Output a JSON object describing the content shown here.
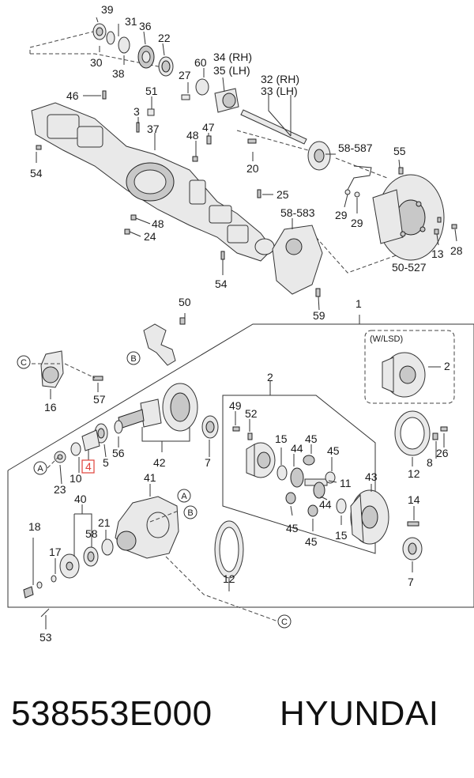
{
  "caption": {
    "part_number": "538553E000",
    "brand": "HYUNDAI"
  },
  "variant_label": "(W/LSD)",
  "ref_letters": {
    "a": "A",
    "b": "B",
    "c": "C"
  },
  "callouts": {
    "n1": "1",
    "n2": "2",
    "n2b": "2",
    "n3": "3",
    "n4": "4",
    "n5": "5",
    "n7": "7",
    "n7b": "7",
    "n8": "8",
    "n10": "10",
    "n11": "11",
    "n12": "12",
    "n12b": "12",
    "n13": "13",
    "n14": "14",
    "n15": "15",
    "n15b": "15",
    "n16": "16",
    "n17": "17",
    "n18": "18",
    "n20": "20",
    "n21": "21",
    "n22": "22",
    "n23": "23",
    "n24": "24",
    "n25": "25",
    "n26": "26",
    "n27": "27",
    "n28": "28",
    "n29": "29",
    "n29b": "29",
    "n30": "30",
    "n31": "31",
    "n32": "32 (RH)",
    "n33": "33 (LH)",
    "n34": "34 (RH)",
    "n35": "35 (LH)",
    "n36": "36",
    "n37": "37",
    "n38": "38",
    "n39": "39",
    "n40": "40",
    "n41": "41",
    "n42": "42",
    "n43": "43",
    "n44": "44",
    "n44b": "44",
    "n45": "45",
    "n45b": "45",
    "n45c": "45",
    "n45d": "45",
    "n46": "46",
    "n47": "47",
    "n48": "48",
    "n48b": "48",
    "n49": "49",
    "n50": "50",
    "n51": "51",
    "n52": "52",
    "n53": "53",
    "n54": "54",
    "n54b": "54",
    "n55": "55",
    "n56": "56",
    "n57": "57",
    "n58": "58",
    "n58_583": "58-583",
    "n58_587": "58-587",
    "n50_527": "50-527",
    "n59": "59",
    "n60": "60"
  },
  "highlight_color": "#e0413a"
}
